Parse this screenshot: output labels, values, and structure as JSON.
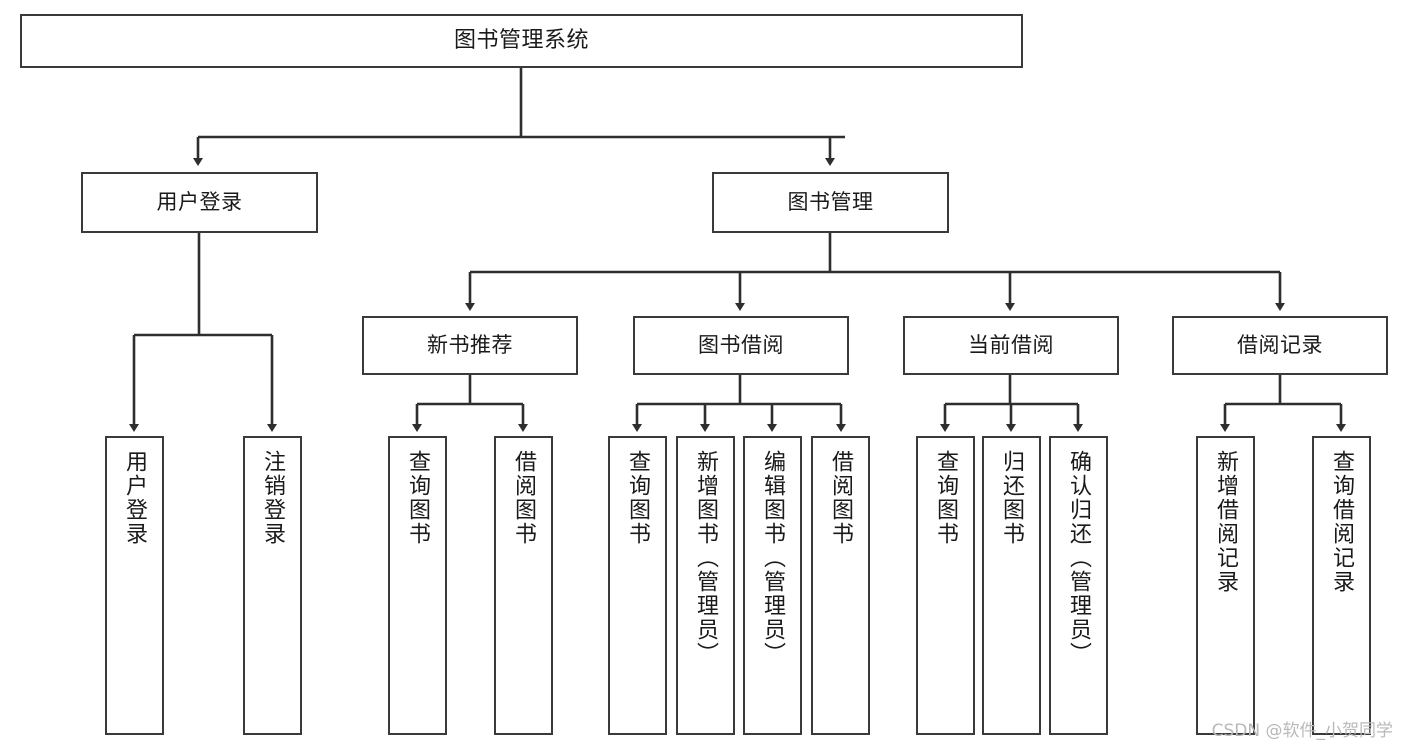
{
  "diagram": {
    "type": "tree",
    "title": "图书管理系统",
    "watermark": "CSDN @软件_小贺同学",
    "colors": {
      "box_border": "#3a3a3a",
      "box_fill": "#ffffff",
      "edge": "#2e2e2e",
      "text": "#1a1a1a",
      "watermark": "#b9b9b9",
      "background": "#ffffff"
    },
    "nodes": {
      "root": {
        "label": "图书管理系统"
      },
      "level2": [
        {
          "label": "用户登录"
        },
        {
          "label": "图书管理"
        }
      ],
      "level3": [
        {
          "label": "新书推荐"
        },
        {
          "label": "图书借阅"
        },
        {
          "label": "当前借阅"
        },
        {
          "label": "借阅记录"
        }
      ],
      "leaves": {
        "user_login": [
          {
            "label": "用户登录"
          },
          {
            "label": "注销登录"
          }
        ],
        "new_book_recommend": [
          {
            "label": "查询图书"
          },
          {
            "label": "借阅图书"
          }
        ],
        "book_borrow": [
          {
            "label": "查询图书"
          },
          {
            "label": "新增图书（管理员）"
          },
          {
            "label": "编辑图书（管理员）"
          },
          {
            "label": "借阅图书"
          }
        ],
        "current_borrow": [
          {
            "label": "查询图书"
          },
          {
            "label": "归还图书"
          },
          {
            "label": "确认归还（管理员）"
          }
        ],
        "borrow_record": [
          {
            "label": "新增借阅记录"
          },
          {
            "label": "查询借阅记录"
          }
        ]
      }
    }
  }
}
